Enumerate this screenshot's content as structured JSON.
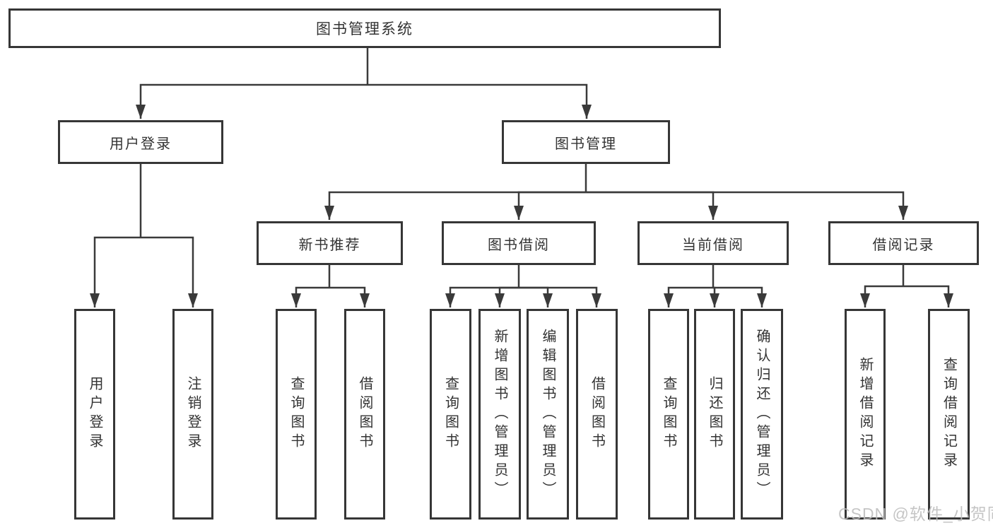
{
  "diagram": {
    "root": {
      "label": "图书管理系统"
    },
    "branches": [
      {
        "label": "用户登录",
        "children": [
          {
            "label": "用户登录"
          },
          {
            "label": "注销登录"
          }
        ]
      },
      {
        "label": "图书管理",
        "children": [
          {
            "label": "新书推荐",
            "children": [
              {
                "label": "查询图书"
              },
              {
                "label": "借阅图书"
              }
            ]
          },
          {
            "label": "图书借阅",
            "children": [
              {
                "label": "查询图书"
              },
              {
                "label": "新增图书（管理员）"
              },
              {
                "label": "编辑图书（管理员）"
              },
              {
                "label": "借阅图书"
              }
            ]
          },
          {
            "label": "当前借阅",
            "children": [
              {
                "label": "查询图书"
              },
              {
                "label": "归还图书"
              },
              {
                "label": "确认归还（管理员）"
              }
            ]
          },
          {
            "label": "借阅记录",
            "children": [
              {
                "label": "新增借阅记录"
              },
              {
                "label": "查询借阅记录"
              }
            ]
          }
        ]
      }
    ]
  },
  "watermark": {
    "text": "CSDN @软件_小贺同学"
  },
  "colors": {
    "line": "#3a3a3a",
    "border": "#363636",
    "text": "#333333",
    "background": "#ffffff",
    "watermark": "#bcbcbc"
  }
}
